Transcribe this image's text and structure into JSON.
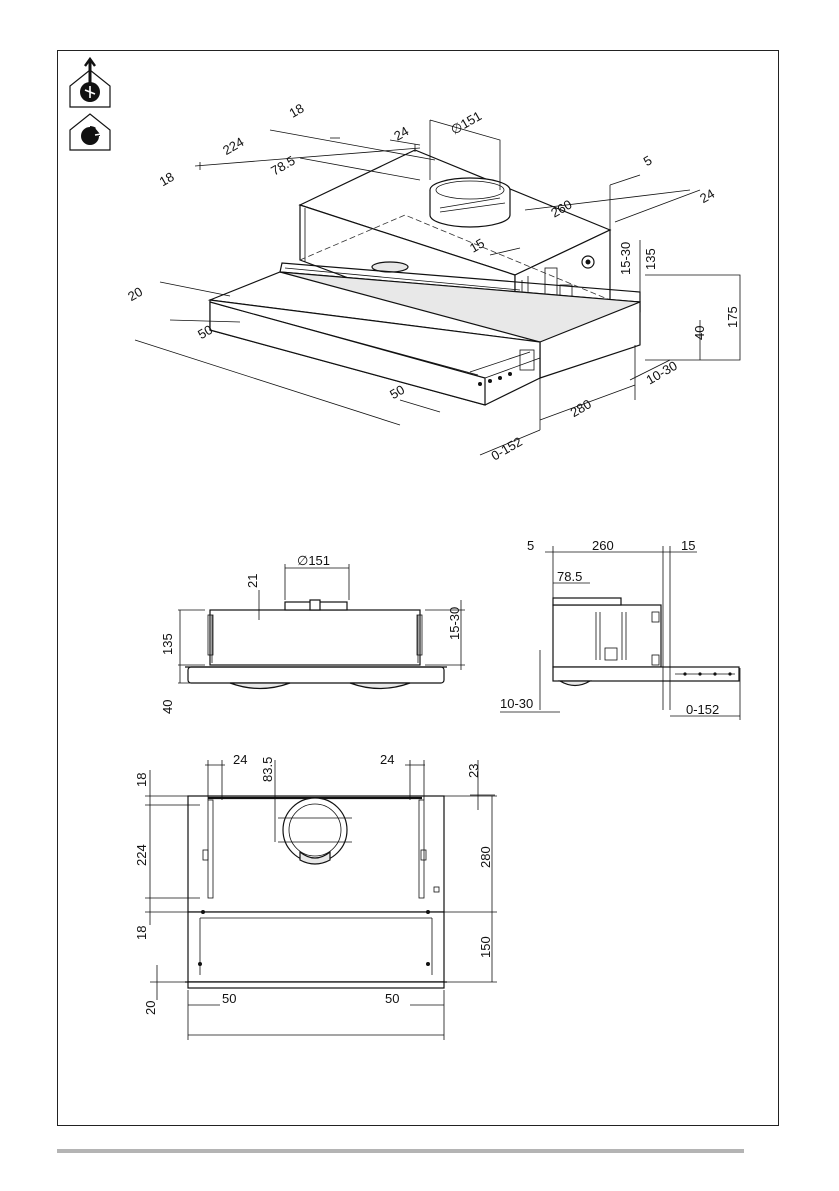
{
  "icons": [
    {
      "name": "ducted-extraction-icon"
    },
    {
      "name": "recirculation-icon"
    }
  ],
  "iso_view": {
    "d18_top": "18",
    "d224": "224",
    "d18_left": "18",
    "d24_a": "24",
    "d785": "78.5",
    "d151": "∅151",
    "d5": "5",
    "d260": "260",
    "d24_b": "24",
    "d15": "15",
    "d1530": "15-30",
    "d135": "135",
    "d175": "175",
    "d40": "40",
    "d20": "20",
    "d50_a": "50",
    "d50_b": "50",
    "d1030": "10-30",
    "d280": "280",
    "d0152": "0-152"
  },
  "front_view": {
    "d151": "∅151",
    "d21": "21",
    "d135": "135",
    "d1530": "15-30",
    "d40": "40"
  },
  "side_view": {
    "d5": "5",
    "d260": "260",
    "d15": "15",
    "d785": "78.5",
    "d1030": "10-30",
    "d0152": "0-152"
  },
  "top_view": {
    "d24_a": "24",
    "d835": "83.5",
    "d24_b": "24",
    "d23": "23",
    "d18_a": "18",
    "d224": "224",
    "d280": "280",
    "d18_b": "18",
    "d150": "150",
    "d20": "20",
    "d50_a": "50",
    "d50_b": "50"
  }
}
